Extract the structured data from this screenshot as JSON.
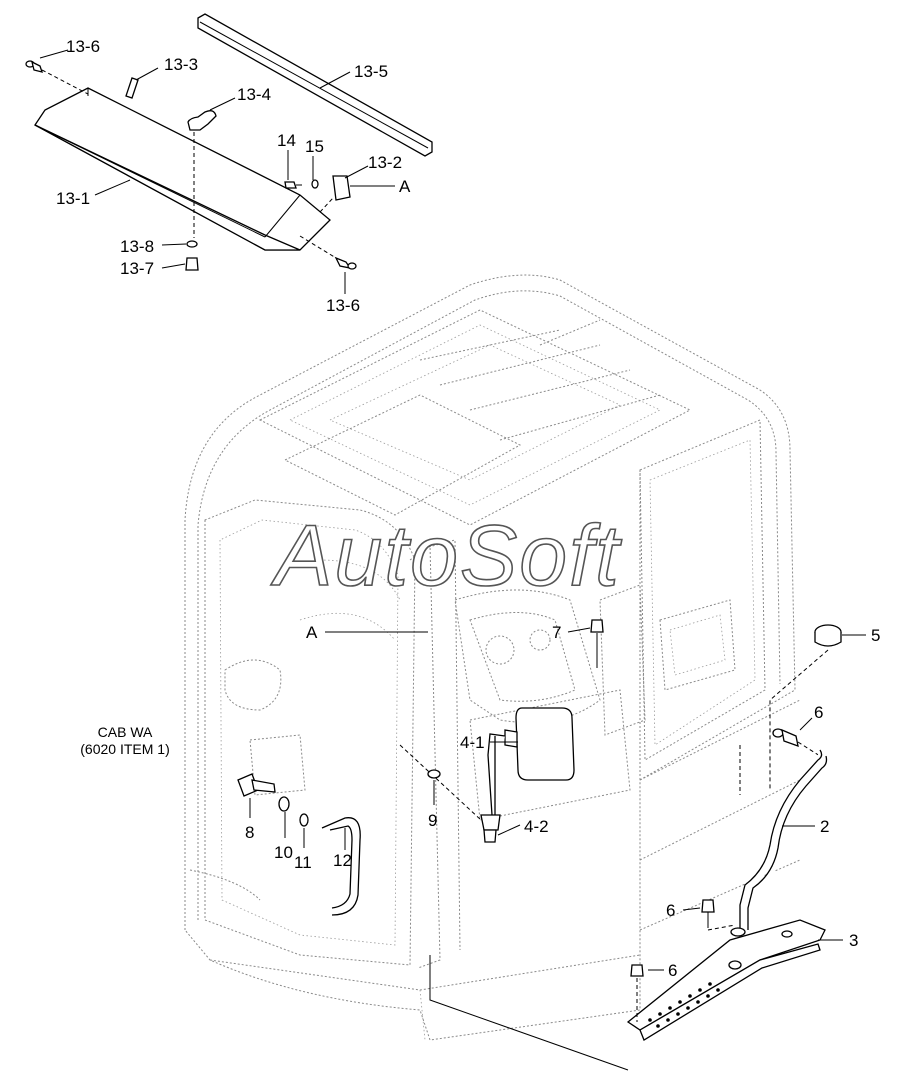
{
  "watermark": "AutoSoft",
  "cab_note": {
    "line1": "CAB WA",
    "line2": "(6020 ITEM 1)"
  },
  "callouts": {
    "c13_6_top": "13-6",
    "c13_3": "13-3",
    "c13_5": "13-5",
    "c13_4": "13-4",
    "c14": "14",
    "c15": "15",
    "c13_2": "13-2",
    "cA_top": "A",
    "c13_1": "13-1",
    "c13_8": "13-8",
    "c13_7": "13-7",
    "c13_6_bottom": "13-6",
    "cA_main": "A",
    "c7": "7",
    "c5": "5",
    "c6_a": "6",
    "c4_1": "4-1",
    "c9": "9",
    "c4_2": "4-2",
    "c2": "2",
    "c8": "8",
    "c10": "10",
    "c11": "11",
    "c12": "12",
    "c6_b": "6",
    "c3": "3",
    "c6_c": "6"
  }
}
